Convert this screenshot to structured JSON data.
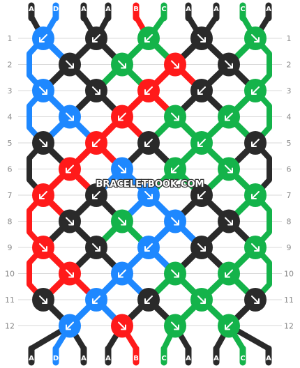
{
  "watermark": "BRACELETBOOK.COM",
  "row_labels": [
    "1",
    "2",
    "3",
    "4",
    "5",
    "6",
    "7",
    "8",
    "9",
    "10",
    "11",
    "12"
  ],
  "strands_top": [
    {
      "letter": "A",
      "color": "#2a2a2a"
    },
    {
      "letter": "D",
      "color": "#1e88ff"
    },
    {
      "letter": "A",
      "color": "#2a2a2a"
    },
    {
      "letter": "A",
      "color": "#2a2a2a"
    },
    {
      "letter": "B",
      "color": "#ff1a1a"
    },
    {
      "letter": "C",
      "color": "#14b34a"
    },
    {
      "letter": "A",
      "color": "#2a2a2a"
    },
    {
      "letter": "A",
      "color": "#2a2a2a"
    },
    {
      "letter": "C",
      "color": "#14b34a"
    },
    {
      "letter": "A",
      "color": "#2a2a2a"
    }
  ],
  "strands_bottom": [
    {
      "letter": "A",
      "color": "#2a2a2a"
    },
    {
      "letter": "D",
      "color": "#1e88ff"
    },
    {
      "letter": "A",
      "color": "#2a2a2a"
    },
    {
      "letter": "A",
      "color": "#2a2a2a"
    },
    {
      "letter": "B",
      "color": "#ff1a1a"
    },
    {
      "letter": "C",
      "color": "#14b34a"
    },
    {
      "letter": "A",
      "color": "#2a2a2a"
    },
    {
      "letter": "A",
      "color": "#2a2a2a"
    },
    {
      "letter": "C",
      "color": "#14b34a"
    },
    {
      "letter": "A",
      "color": "#2a2a2a"
    }
  ],
  "palette": {
    "A": "#2a2a2a",
    "B": "#ff1a1a",
    "C": "#14b34a",
    "D": "#1e88ff"
  },
  "knots": [
    [
      {
        "c": "D",
        "d": "bl"
      },
      {
        "c": "A",
        "d": "bl"
      },
      {
        "c": "C",
        "d": "bl"
      },
      {
        "c": "A",
        "d": "br"
      },
      {
        "c": "C",
        "d": "br"
      }
    ],
    [
      {
        "c": "A",
        "d": "br"
      },
      {
        "c": "C",
        "d": "br"
      },
      {
        "c": "B",
        "d": "br"
      },
      {
        "c": "A",
        "d": "br"
      }
    ],
    [
      {
        "c": "D",
        "d": "br"
      },
      {
        "c": "A",
        "d": "br"
      },
      {
        "c": "B",
        "d": "bl"
      },
      {
        "c": "A",
        "d": "bl"
      },
      {
        "c": "C",
        "d": "bl"
      }
    ],
    [
      {
        "c": "D",
        "d": "br"
      },
      {
        "c": "B",
        "d": "bl"
      },
      {
        "c": "C",
        "d": "br"
      },
      {
        "c": "C",
        "d": "bl"
      }
    ],
    [
      {
        "c": "A",
        "d": "br"
      },
      {
        "c": "B",
        "d": "bl"
      },
      {
        "c": "A",
        "d": "bl"
      },
      {
        "c": "C",
        "d": "bl"
      },
      {
        "c": "A",
        "d": "bl"
      }
    ],
    [
      {
        "c": "B",
        "d": "bl"
      },
      {
        "c": "D",
        "d": "br"
      },
      {
        "c": "C",
        "d": "bl"
      },
      {
        "c": "C",
        "d": "br"
      }
    ],
    [
      {
        "c": "B",
        "d": "bl"
      },
      {
        "c": "A",
        "d": "bl"
      },
      {
        "c": "D",
        "d": "br"
      },
      {
        "c": "A",
        "d": "bl"
      },
      {
        "c": "C",
        "d": "bl"
      }
    ],
    [
      {
        "c": "A",
        "d": "br"
      },
      {
        "c": "C",
        "d": "br"
      },
      {
        "c": "D",
        "d": "br"
      },
      {
        "c": "A",
        "d": "br"
      }
    ],
    [
      {
        "c": "B",
        "d": "br"
      },
      {
        "c": "A",
        "d": "br"
      },
      {
        "c": "D",
        "d": "bl"
      },
      {
        "c": "A",
        "d": "br"
      },
      {
        "c": "C",
        "d": "br"
      }
    ],
    [
      {
        "c": "B",
        "d": "br"
      },
      {
        "c": "D",
        "d": "bl"
      },
      {
        "c": "C",
        "d": "br"
      },
      {
        "c": "C",
        "d": "bl"
      }
    ],
    [
      {
        "c": "A",
        "d": "br"
      },
      {
        "c": "D",
        "d": "bl"
      },
      {
        "c": "A",
        "d": "bl"
      },
      {
        "c": "C",
        "d": "br"
      },
      {
        "c": "A",
        "d": "br"
      }
    ],
    [
      {
        "c": "D",
        "d": "bl"
      },
      {
        "c": "B",
        "d": "br"
      },
      {
        "c": "C",
        "d": "br"
      },
      {
        "c": "C",
        "d": "bl"
      }
    ]
  ]
}
